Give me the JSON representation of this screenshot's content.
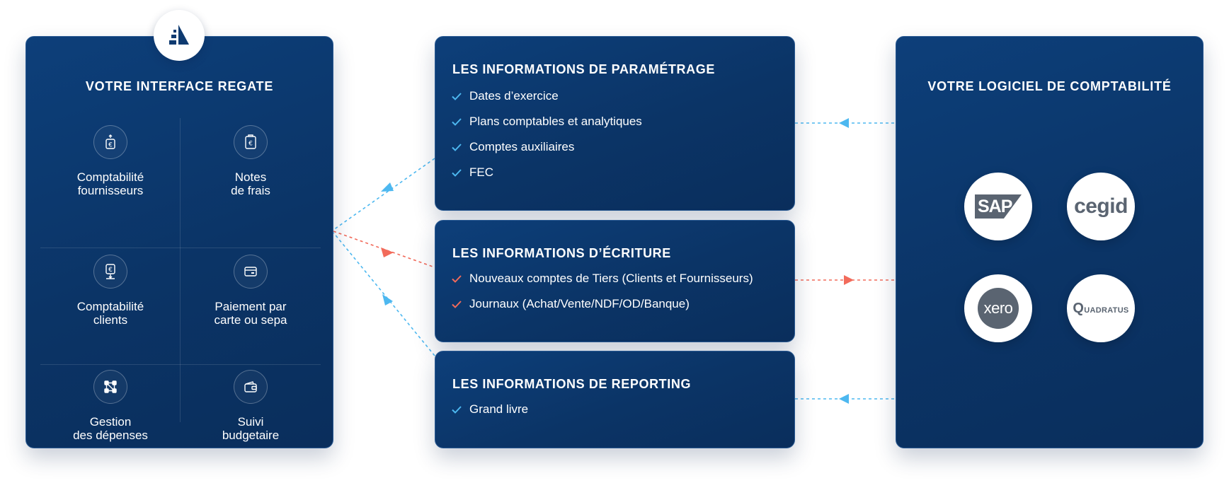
{
  "left_panel": {
    "title": "VOTRE INTERFACE REGATE",
    "logo_icon": "regate-logo-icon",
    "modules": [
      {
        "label": "Comptabilité\nfournisseurs",
        "icon": "supplier-accounting-icon"
      },
      {
        "label": "Notes\nde frais",
        "icon": "expense-notes-icon"
      },
      {
        "label": "Comptabilité\nclients",
        "icon": "client-accounting-icon"
      },
      {
        "label": "Paiement par\ncarte ou sepa",
        "icon": "card-payment-icon"
      },
      {
        "label": "Gestion\ndes dépenses",
        "icon": "spend-management-icon"
      },
      {
        "label": "Suivi\nbudgetaire",
        "icon": "budget-wallet-icon"
      }
    ]
  },
  "info_boxes": [
    {
      "title": "LES INFORMATIONS DE PARAMÉTRAGE",
      "items": [
        "Dates d’exercice",
        "Plans comptables et analytiques",
        "Comptes auxiliaires",
        "FEC"
      ],
      "check_color": "#4db8f0"
    },
    {
      "title": "LES INFORMATIONS D’ÉCRITURE",
      "items": [
        "Nouveaux comptes de Tiers (Clients et Fournisseurs)",
        "Journaux (Achat/Vente/NDF/OD/Banque)"
      ],
      "check_color": "#f26b5b"
    },
    {
      "title": "LES INFORMATIONS DE REPORTING",
      "items": [
        "Grand livre"
      ],
      "check_color": "#4db8f0"
    }
  ],
  "right_panel": {
    "title": "VOTRE LOGICIEL DE COMPTABILITÉ",
    "logos": {
      "sap": "SAP",
      "cegid": "cegid",
      "xero": "xero",
      "quadratus_initial": "Q",
      "quadratus_rest": "UADRATUS"
    }
  },
  "colors": {
    "panel": "#0b3466",
    "blue_connector": "#4db8f0",
    "red_connector": "#f26b5b",
    "logo_gray": "#5a6471"
  }
}
